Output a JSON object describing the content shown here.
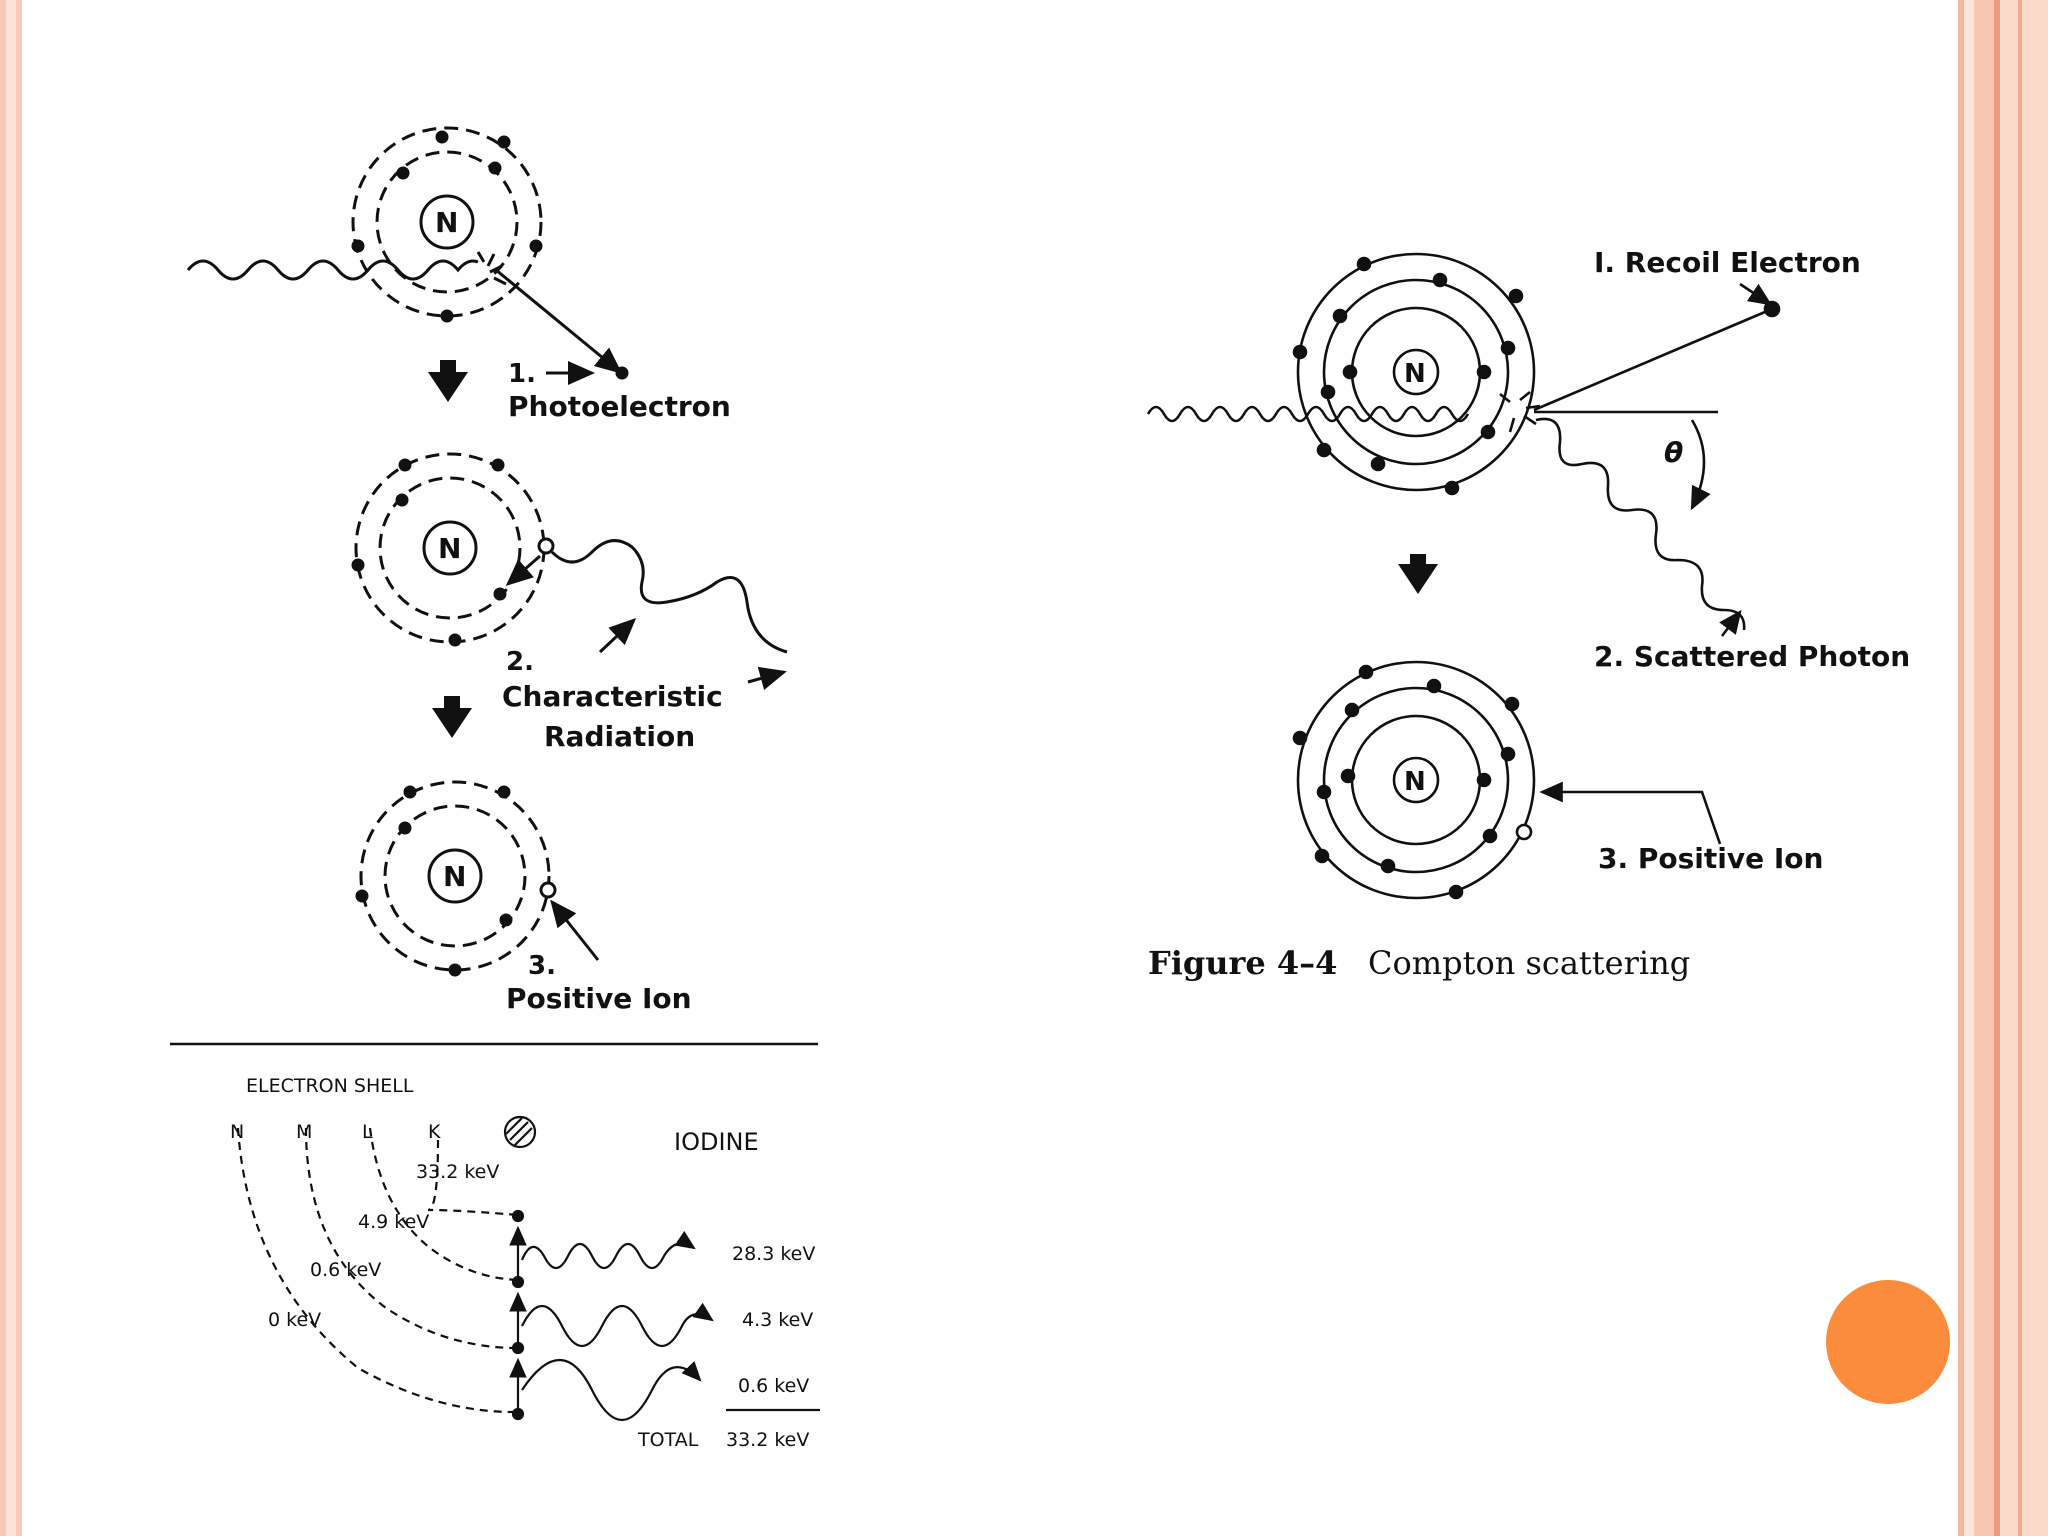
{
  "photoelectric": {
    "nucleus_label": "N",
    "label_1_num": "1.",
    "label_1_text": "Photoelectron",
    "label_2_num": "2.",
    "label_2_line1": "Characteristic",
    "label_2_line2": "Radiation",
    "label_3_num": "3.",
    "label_3_text": "Positive  Ion"
  },
  "iodine": {
    "heading": "ELECTRON SHELL",
    "element": "IODINE",
    "shells": [
      "N",
      "M",
      "L",
      "K"
    ],
    "binding_energies": [
      "33.2 keV",
      "4.9 keV",
      "0.6 keV",
      "0  keV"
    ],
    "emissions": [
      "28.3 keV",
      "4.3 keV",
      "0.6 keV"
    ],
    "total_label": "TOTAL",
    "total_value": "33.2 keV"
  },
  "compton": {
    "nucleus_label": "N",
    "label_1": "I. Recoil  Electron",
    "label_2": "2. Scattered  Photon",
    "label_3": "3. Positive  Ion",
    "angle": "θ",
    "caption_number": "Figure 4–4",
    "caption_text": "Compton scattering"
  },
  "colors": {
    "frame": "#f7c9b7",
    "accent_circle": "#fb8c3c",
    "ink": "#111111"
  }
}
